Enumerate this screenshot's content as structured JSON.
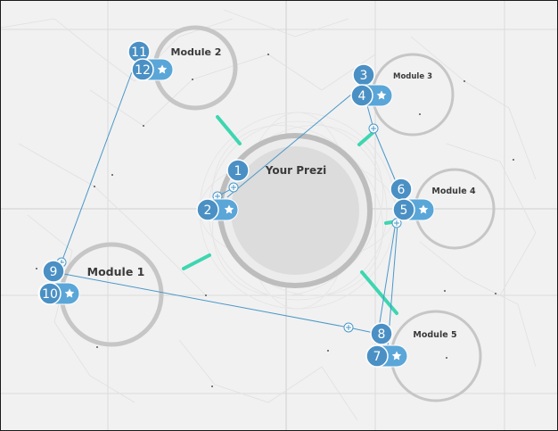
{
  "center": {
    "title": "Your Prezi"
  },
  "modules": [
    {
      "label": "Module 1"
    },
    {
      "label": "Module 2"
    },
    {
      "label": "Module 3"
    },
    {
      "label": "Module 4"
    },
    {
      "label": "Module 5"
    }
  ],
  "steps": [
    "1",
    "2",
    "3",
    "4",
    "5",
    "6",
    "7",
    "8",
    "9",
    "10",
    "11",
    "12"
  ],
  "colors": {
    "path_line": "#4a98c9",
    "badge_blue": "#4a90c4",
    "pill_blue": "#5aa6d8",
    "accent_teal": "#3dd6b0",
    "ring_grey": "#c6c6c6"
  },
  "icons": {
    "step_badge": "star-icon",
    "add_point": "plus-circle-icon"
  }
}
